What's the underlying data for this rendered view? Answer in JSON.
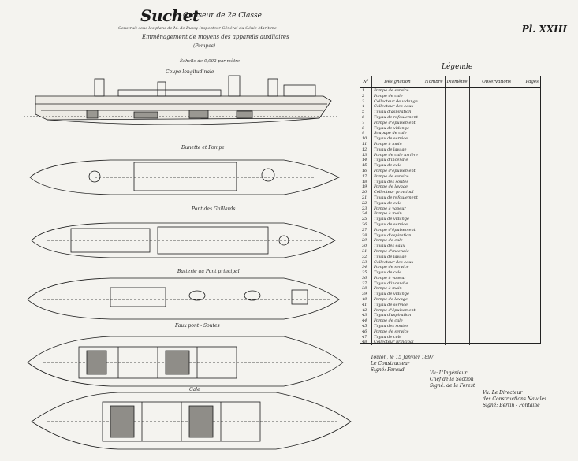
{
  "header": {
    "title": "Suchet",
    "subtitle": "Croiseur de 2e Classe",
    "line1": "Construit sous les plans de M. de Bussy Inspecteur Général du Génie Maritime",
    "line2": "Emménagement de moyens des appareils auxiliaires",
    "line3": "(Pompes)",
    "line4": "Échelle de 0,002 par mètre",
    "plate": "Pl. XXIII"
  },
  "views": {
    "profile": "Coupe longitudinale",
    "v1": "Dunette et Pompe",
    "v2": "Pont des Gaillards",
    "v3": "Batterie au Pont principal",
    "v4": "Faux pont - Soutes",
    "v5": "Cale"
  },
  "legend": {
    "title": "Légende",
    "col_num": "N°",
    "col_name": "Désignation",
    "col_count": "Nombre",
    "col_diam": "Diamètre",
    "col_obs": "Observations",
    "col_page": "Pages",
    "rows": [
      "Pompe de service",
      "Pompe de cale",
      "Collecteur de vidange",
      "Collecteur des eaux",
      "Tuyau d'aspiration",
      "Tuyau de refoulement",
      "Pompe d'épuisement",
      "Tuyau de vidange",
      "Soupape de cale",
      "Tuyau de service",
      "Pompe à main",
      "Tuyau de lavage",
      "Pompe de cale arrière",
      "Tuyau d'incendie",
      "Tuyau de cale",
      "Pompe d'épuisement",
      "Pompe de service",
      "Tuyau des soutes",
      "Pompe de lavage",
      "Collecteur principal",
      "Tuyau de refoulement",
      "Tuyau de cale",
      "Pompe à vapeur",
      "Pompe à main",
      "Tuyau de vidange",
      "Tuyau de service",
      "Pompe d'épuisement",
      "Tuyau d'aspiration",
      "Pompe de cale",
      "Tuyau des eaux",
      "Pompe d'incendie",
      "Tuyau de lavage",
      "Collecteur des eaux",
      "Pompe de service",
      "Tuyau de cale",
      "Pompe à vapeur",
      "Tuyau d'incendie",
      "Pompe à main",
      "Tuyau de vidange",
      "Pompe de lavage",
      "Tuyau de service",
      "Pompe d'épuisement",
      "Tuyau d'aspiration",
      "Pompe de cale",
      "Tuyau des soutes",
      "Pompe de service",
      "Tuyau de cale",
      "Collecteur principal"
    ]
  },
  "signatures": {
    "s1a": "Toulon, le 15 Janvier 1897",
    "s1b": "Le Constructeur",
    "s1c": "Signé: Feraud",
    "s2a": "Vu: L'Ingénieur",
    "s2b": "Chef de la Section",
    "s2c": "Signé: de la Forest",
    "s3a": "Vu: Le Directeur",
    "s3b": "des Constructions Navales",
    "s3c": "Signé: Bertin - Fontaine"
  }
}
